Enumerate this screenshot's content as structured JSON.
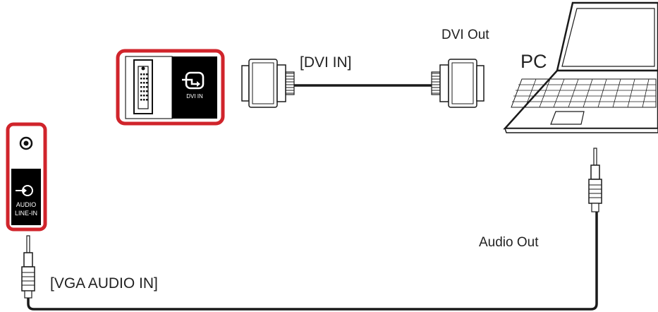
{
  "labels": {
    "dvi_out": "DVI Out",
    "pc": "PC",
    "dvi_in_bracket": "[DVI IN]",
    "audio_out": "Audio Out",
    "vga_audio_in": "[VGA AUDIO IN]"
  },
  "panel": {
    "dvi_port_label": "DVI IN",
    "audio_port_label_line1": "AUDIO",
    "audio_port_label_line2": "LINE-IN"
  },
  "colors": {
    "highlight": "#d0242b",
    "port_fill": "#000000",
    "cable": "#1a1a1a",
    "text": "#222222"
  },
  "icons": {
    "dvi_input": "input-arrow-icon",
    "audio_input": "audio-in-arrow-icon",
    "jack": "audio-jack-icon",
    "laptop": "laptop-icon"
  }
}
